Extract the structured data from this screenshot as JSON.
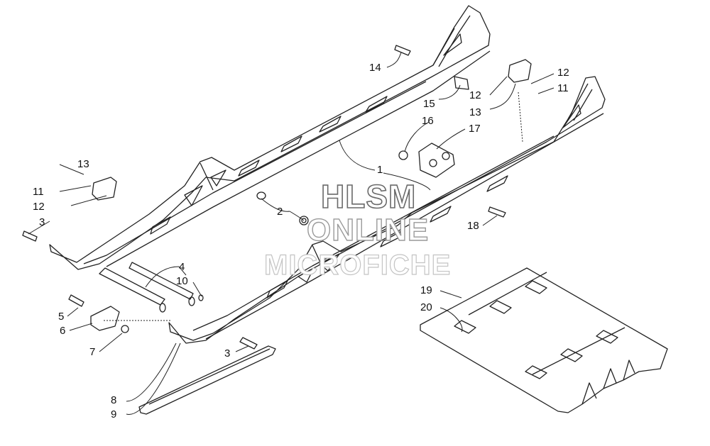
{
  "watermark": {
    "line1": "HLSM",
    "line2": "ONLINE",
    "line3": "MICROFICHE"
  },
  "callouts": [
    {
      "id": "c1",
      "label": "1"
    },
    {
      "id": "c2",
      "label": "2"
    },
    {
      "id": "c3a",
      "label": "3"
    },
    {
      "id": "c3b",
      "label": "3"
    },
    {
      "id": "c4",
      "label": "4"
    },
    {
      "id": "c5",
      "label": "5"
    },
    {
      "id": "c6",
      "label": "6"
    },
    {
      "id": "c7",
      "label": "7"
    },
    {
      "id": "c8",
      "label": "8"
    },
    {
      "id": "c9",
      "label": "9"
    },
    {
      "id": "c10",
      "label": "10"
    },
    {
      "id": "c11a",
      "label": "11"
    },
    {
      "id": "c11b",
      "label": "11"
    },
    {
      "id": "c12a",
      "label": "12"
    },
    {
      "id": "c12b",
      "label": "12"
    },
    {
      "id": "c12c",
      "label": "12"
    },
    {
      "id": "c13a",
      "label": "13"
    },
    {
      "id": "c13b",
      "label": "13"
    },
    {
      "id": "c14",
      "label": "14"
    },
    {
      "id": "c15",
      "label": "15"
    },
    {
      "id": "c16",
      "label": "16"
    },
    {
      "id": "c17",
      "label": "17"
    },
    {
      "id": "c18",
      "label": "18"
    },
    {
      "id": "c19",
      "label": "19"
    },
    {
      "id": "c20",
      "label": "20"
    }
  ]
}
